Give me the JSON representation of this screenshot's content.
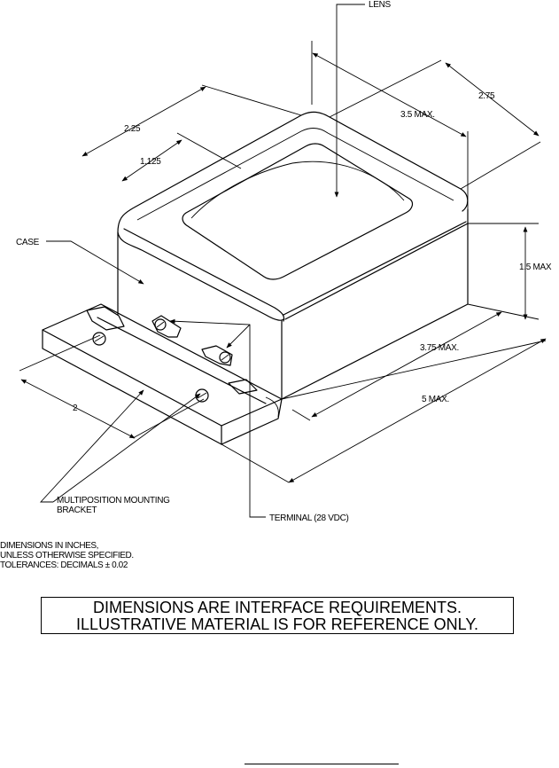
{
  "callouts": {
    "lens": "LENS",
    "case": "CASE",
    "bracket_line1": "MULTIPOSITION MOUNTING",
    "bracket_line2": "BRACKET",
    "terminal": "TERMINAL (28 VDC)"
  },
  "dimensions": {
    "d_2_75": "2.75",
    "d_3_5_max": "3.5 MAX.",
    "d_2_25": "2.25",
    "d_1_125": "1.125",
    "d_1_5_max": "1.5 MAX",
    "d_3_75_max": "3.75 MAX.",
    "d_5_max": "5 MAX.",
    "d_2": "2"
  },
  "notes": {
    "line1": "DIMENSIONS IN INCHES,",
    "line2": "UNLESS OTHERWISE SPECIFIED.",
    "line3": "TOLERANCES: DECIMALS ± 0.02"
  },
  "banner": {
    "line1": "DIMENSIONS ARE INTERFACE REQUIREMENTS.",
    "line2": "ILLUSTRATIVE MATERIAL IS FOR REFERENCE ONLY."
  }
}
